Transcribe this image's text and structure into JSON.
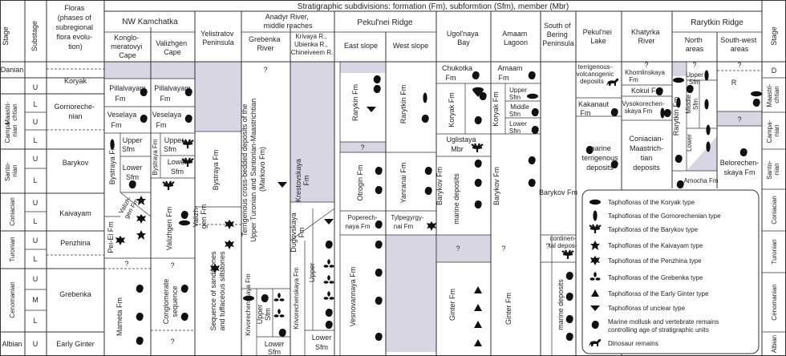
{
  "header": {
    "main_title": "Stratigraphic subdivisions: formation (Fm), subformtion (Sfm), member (Mbr)",
    "stage": "Stage",
    "substage": "Substage",
    "floras": [
      "Floras",
      "(phases of",
      "subregional",
      "flora evolu-",
      "tion)"
    ],
    "stage_right": "Stage"
  },
  "regions": {
    "nw_kamchatka": "NW Kamchatka",
    "konglo": [
      "Konglo-",
      "meratovyi",
      "Cape"
    ],
    "valizhgen_cape": [
      "Valizhgen",
      "Cape"
    ],
    "yelistratov": [
      "Yelistratov",
      "Peninsula"
    ],
    "anadyr": [
      "Anadyr River,",
      "middle reaches"
    ],
    "grebenka_river": [
      "Grebenka",
      "River"
    ],
    "krivaya": [
      "Krivaya R.,",
      "Ubienka R.,",
      "Chineiveem R."
    ],
    "pekulnei_ridge": "Pekul'nei Ridge",
    "east_slope": "East slope",
    "west_slope": "West slope",
    "ugolnaya": [
      "Ugol'naya",
      "Bay"
    ],
    "amaam": [
      "Amaam",
      "Lagoon"
    ],
    "bering": [
      "South of",
      "Bering",
      "Peninsula"
    ],
    "pekulnei_lake": [
      "Pekul'nei",
      "Lake"
    ],
    "khatyrka": [
      "Khatyrka",
      "River"
    ],
    "rarytkin_ridge": "Rarytkin Ridge",
    "north_areas": [
      "North",
      "areas"
    ],
    "southwest_areas": [
      "South-west",
      "areas"
    ]
  },
  "stages_left": {
    "danian": "Danian",
    "maastrichtian": [
      "Maastri-",
      "chtian"
    ],
    "campanian": [
      "Campa-",
      "nian"
    ],
    "santonian": [
      "Santo-",
      "nian"
    ],
    "coniacian": "Coniacian",
    "turonian": "Turonian",
    "cenomanian": "Cenomanian",
    "albian": "Albian"
  },
  "substages": [
    "U",
    "L",
    "U",
    "L",
    "U",
    "L",
    "U",
    "L",
    "U",
    "L",
    "U",
    "M",
    "L",
    "U"
  ],
  "floras": {
    "koryak": "Koryak",
    "gornorechenian": [
      "Gornoreche-",
      "nian"
    ],
    "barykov": "Barykov",
    "kaivayam": "Kaivayam",
    "penzhina": "Penzhina",
    "grebenka": "Grebenka",
    "early_ginter": "Early Ginter"
  },
  "stages_right": {
    "d": "D",
    "maastrichtian": [
      "Maastri-",
      "chtian"
    ],
    "campanian": [
      "Campa-",
      "nian"
    ],
    "santonian": [
      "Santo-",
      "nian"
    ],
    "coniacian": "Coniacian",
    "turonian": "Turonian",
    "cenomanian": "Cenomanian",
    "albian": "Albian"
  },
  "units": {
    "pillalvayam": [
      "Pillalvayam",
      "Fm"
    ],
    "veselaya": [
      "Veselaya",
      "Fm"
    ],
    "upper_sfm": [
      "Upper",
      "Sfm"
    ],
    "lower_sfm": [
      "Lower",
      "Sfm"
    ],
    "bystraya_fm": "Bystraya Fm",
    "valizhgen_fm": "Valizhgen Fm",
    "valizhgen_short": [
      "Valizh-",
      "gen Fm"
    ],
    "pei_el": "Pei-El Fm",
    "mameta": "Mameta Fm",
    "conglomerate": [
      "Conglomerate",
      "sequence"
    ],
    "seq_sandstones": [
      "Sequence of sandstones",
      "and tuffaceous siltstones"
    ],
    "terrigenous_markovo": [
      "Terrigenous cross-bedded deposits of the",
      "Upper Turonian and Santonian-Maastrichtian",
      "(Markovo Fm)"
    ],
    "krivorechenskaya": "Krivorechenskaya Fm",
    "krestovskaya": [
      "Krestovskaya",
      "Fm"
    ],
    "dugovskaya": [
      "Dugovskaya",
      "Fm"
    ],
    "rarykin": "Rarykin Fm",
    "rarytkin": "Rarytkin Fm",
    "otrogin": "Otrogin Fm",
    "yanranai": "Yanranai Fm",
    "poperechnaya": [
      "Poperech-",
      "naya Fm"
    ],
    "tylpegyrgy": [
      "Tylpegyrgy-",
      "nai Fm"
    ],
    "vesnovannaya": "Vesnovannaya Fm",
    "chukotka": [
      "Chukotka",
      "Fm"
    ],
    "koryak_fm": "Koryak Fm",
    "uglistaya": [
      "Uglistaya",
      "Mbr"
    ],
    "barykov_fm": "Barykov Fm",
    "marine_deposits": "marine deposits",
    "ginter": "Ginter Fm",
    "amaam_fm": [
      "Amaam",
      "Fm"
    ],
    "middle_sfm": [
      "Middle",
      "Sfm"
    ],
    "continental": [
      "continen-",
      "tal depos-",
      "its"
    ],
    "terrigenous_volcanogenic": [
      "terrigenous-",
      "volcanogenic",
      "deposits"
    ],
    "kakanaut": [
      "Kakanaut",
      "Fm"
    ],
    "marine_terrigenous": [
      "marine",
      "terrigenous",
      "deposits"
    ],
    "khomlinskaya": [
      "Khomlinskaya",
      "Fm"
    ],
    "kokui": "Kokui Fm",
    "vysokorechenskaya": [
      "Vysokorechen-",
      "skaya Fm"
    ],
    "coniacian_maastr": [
      "Coniacian-",
      "Maastrich-",
      "tian",
      "deposits"
    ],
    "amocha": "Amocha Fm",
    "belorechenskaya": [
      "Belorechen-",
      "skaya Fm"
    ],
    "q": "?"
  },
  "legend": {
    "items": [
      {
        "icon": "ellipse-leaf-icon",
        "text": "Taphofloras of the Koryak type"
      },
      {
        "icon": "narrow-leaf-icon",
        "text": "Taphofloras of the Gornorechenian type"
      },
      {
        "icon": "palm-leaf-icon",
        "text": "Taphofloras of the Barykov type"
      },
      {
        "icon": "star-leaf-icon",
        "text": "Taphofloras of the Kaivayam type"
      },
      {
        "icon": "maple-leaf-icon",
        "text": "Taphofloras of the Penzhina type"
      },
      {
        "icon": "trifoliate-leaf-icon",
        "text": "Taphofloras of the Grebenka type"
      },
      {
        "icon": "triangle-icon",
        "text": "Taphofloras of the Early Ginter type"
      },
      {
        "icon": "down-triangle-icon",
        "text": "Taphofloras of unclear type"
      },
      {
        "icon": "shell-icon",
        "text": "Marine mollusk and vertebrate remains controlling age of stratigraphic units"
      },
      {
        "icon": "dinosaur-icon",
        "text": "Dinosaur remains"
      }
    ],
    "shell_line1": "Marine mollusk and vertebrate remains",
    "shell_line2": "controlling age of stratigraphic units"
  }
}
